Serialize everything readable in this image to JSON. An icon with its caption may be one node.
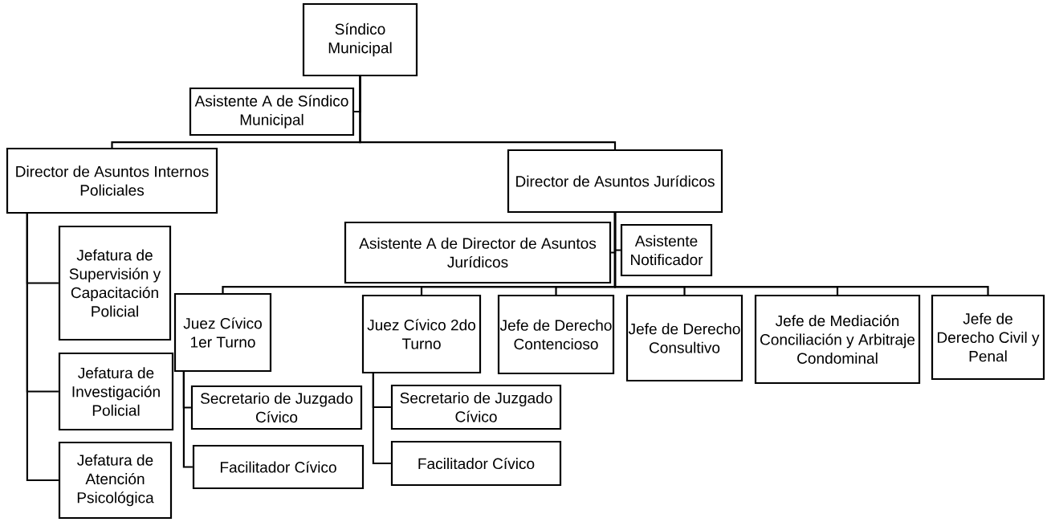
{
  "diagram": {
    "nodes": [
      {
        "text": [
          "Síndico Municipal"
        ]
      },
      {
        "text": [
          "Asistente A de Síndico Municipal"
        ]
      },
      {
        "text": [
          "Director de Asuntos Internos Policiales"
        ]
      },
      {
        "text": [
          "Director de Asuntos Jurídicos"
        ]
      },
      {
        "text": [
          "Asistente A de Director de Asuntos Jurídicos"
        ]
      },
      {
        "text": [
          "Asistente Notificador"
        ]
      },
      {
        "text": [
          "Jefatura de Supervisión y Capacitación Policial"
        ]
      },
      {
        "text": [
          "Juez Cívico 1er Turno"
        ]
      },
      {
        "text": [
          "Juez Cívico 2do Turno"
        ]
      },
      {
        "text": [
          "Jefe de Derecho Contencioso"
        ]
      },
      {
        "text": [
          "Jefe de Derecho Consultivo"
        ]
      },
      {
        "text": [
          "Jefe de Mediación Conciliación y Arbitraje Condominal"
        ]
      },
      {
        "text": [
          "Jefe de Derecho Civil y Penal"
        ]
      },
      {
        "text": [
          "Jefatura de Investigación Policial"
        ]
      },
      {
        "text": [
          "Secretario de Juzgado Cívico"
        ]
      },
      {
        "text": [
          "Secretario de Juzgado Cívico"
        ]
      },
      {
        "text": [
          "Jefatura de Atención Psicológica"
        ]
      },
      {
        "text": [
          "Facilitador Cívico"
        ]
      },
      {
        "text": [
          "Facilitador Cívico"
        ]
      }
    ],
    "edges": [
      {
        "from": 0,
        "to": 1,
        "arrow": "none"
      },
      {
        "from": 0,
        "to": 2,
        "arrow": "none"
      },
      {
        "from": 0,
        "to": 3,
        "arrow": "none"
      },
      {
        "from": 3,
        "to": 4,
        "arrow": "none"
      },
      {
        "from": 3,
        "to": 5,
        "arrow": "none"
      },
      {
        "from": 3,
        "to": 7,
        "arrow": "none"
      },
      {
        "from": 3,
        "to": 8,
        "arrow": "none"
      },
      {
        "from": 3,
        "to": 9,
        "arrow": "none"
      },
      {
        "from": 3,
        "to": 10,
        "arrow": "none"
      },
      {
        "from": 3,
        "to": 11,
        "arrow": "none"
      },
      {
        "from": 3,
        "to": 12,
        "arrow": "none"
      },
      {
        "from": 2,
        "to": 6,
        "arrow": "none"
      },
      {
        "from": 2,
        "to": 13,
        "arrow": "none"
      },
      {
        "from": 2,
        "to": 16,
        "arrow": "none"
      },
      {
        "from": 7,
        "to": 14,
        "arrow": "none"
      },
      {
        "from": 7,
        "to": 17,
        "arrow": "none"
      },
      {
        "from": 8,
        "to": 15,
        "arrow": "none"
      },
      {
        "from": 8,
        "to": 18,
        "arrow": "none"
      }
    ]
  }
}
